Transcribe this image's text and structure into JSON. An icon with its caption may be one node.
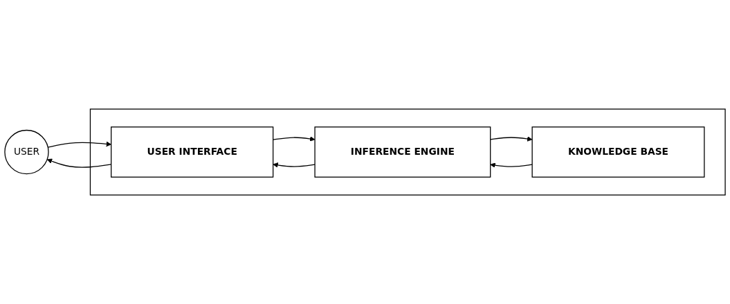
{
  "diagram": {
    "nodes": [
      {
        "text": [
          "USER"
        ]
      },
      {
        "text": [],
        "shape": "box"
      },
      {
        "text": [
          "USER INTERFACE"
        ],
        "in": 1
      },
      {
        "text": [
          "INFERENCE ENGINE"
        ],
        "in": 1
      },
      {
        "text": [
          "KNOWLEDGE BASE"
        ],
        "in": 1
      }
    ],
    "edges": [
      {
        "from": 0,
        "to": 2,
        "arrow": "to"
      },
      {
        "from": 2,
        "to": 3,
        "arrow": "to"
      },
      {
        "from": 3,
        "to": 4,
        "arrow": "to"
      },
      {
        "from": 4,
        "to": 3,
        "arrow": "to"
      },
      {
        "from": 3,
        "to": 2,
        "arrow": "to"
      },
      {
        "from": 2,
        "to": 0,
        "arrow": "to"
      }
    ]
  }
}
